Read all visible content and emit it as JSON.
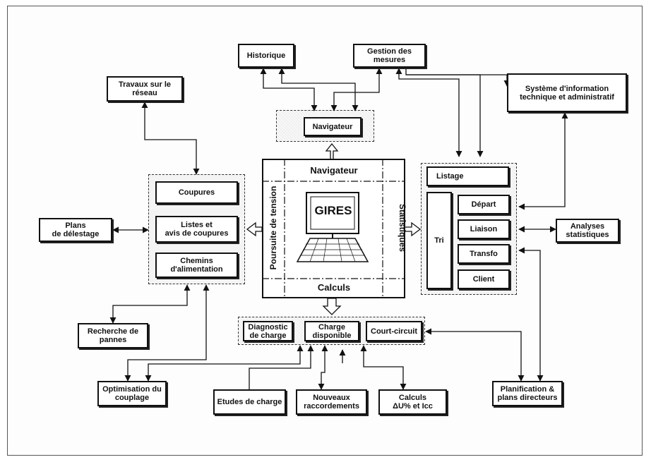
{
  "nodes": {
    "historique": "Historique",
    "gestion": "Gestion des\nmesures",
    "travaux": "Travaux sur le\nréseau",
    "sit": "Système d'information\ntechnique et administratif",
    "navigateur_top": "Navigateur",
    "coupures": "Coupures",
    "listes": "Listes et\navis de coupures",
    "chemins": "Chemins\nd'alimentation",
    "plans": "Plans\nde délestage",
    "listage": "Listage",
    "tri": "Tri",
    "depart": "Départ",
    "liaison": "Liaison",
    "transfo": "Transfo",
    "client": "Client",
    "analyses": "Analyses\nstatistiques",
    "recherche": "Recherche de\npannes",
    "diagnostic": "Diagnostic\nde charge",
    "charge_dispo": "Charge\ndisponible",
    "court_circuit": "Court-circuit",
    "optimisation": "Optimisation du\ncouplage",
    "etudes": "Etudes de charge",
    "nouveaux": "Nouveaux\nraccordements",
    "calculs_du": "Calculs\nΔU% et Icc",
    "planification": "Planification &\nplans directeurs"
  },
  "core": {
    "top": "Navigateur",
    "bottom": "Calculs",
    "left": "Poursuite de tension",
    "right": "Statistiques",
    "screen": "GIRES"
  }
}
